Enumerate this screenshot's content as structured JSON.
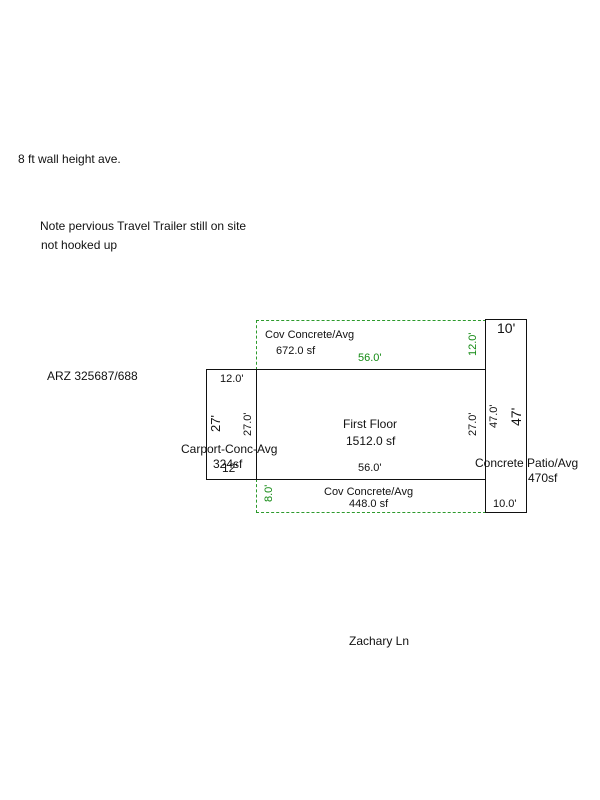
{
  "notes": {
    "wall_height": "8 ft wall height ave.",
    "trailer_line1": "Note pervious Travel Trailer still on site",
    "trailer_line2": "not hooked up",
    "parcel": "ARZ 325687/688",
    "street": "Zachary Ln"
  },
  "areas": {
    "cov_top": {
      "name": "Cov Concrete/Avg",
      "area": "672.0 sf",
      "width": "56.0'",
      "depth": "12.0'"
    },
    "first_floor": {
      "name": "First Floor",
      "area": "1512.0 sf",
      "width_top": "56.0'",
      "width_bottom": "56.0'",
      "depth_right": "27.0'"
    },
    "carport": {
      "name": "Carport-Conc-Avg",
      "area": "324sf",
      "width_top": "12.0'",
      "width_bottom": "12'",
      "depth_left": "27'",
      "depth_right": "27.0'"
    },
    "cov_bottom": {
      "name": "Cov Concrete/Avg",
      "area": "448.0 sf",
      "depth": "8.0'"
    },
    "patio": {
      "name": "Concrete Patio/Avg",
      "area": "470sf",
      "width_top": "10'",
      "width_bottom": "10.0'",
      "depth_inner": "47.0'",
      "depth_outer": "47'"
    }
  },
  "colors": {
    "outline": "#111111",
    "covered": "#2c9a2c"
  }
}
